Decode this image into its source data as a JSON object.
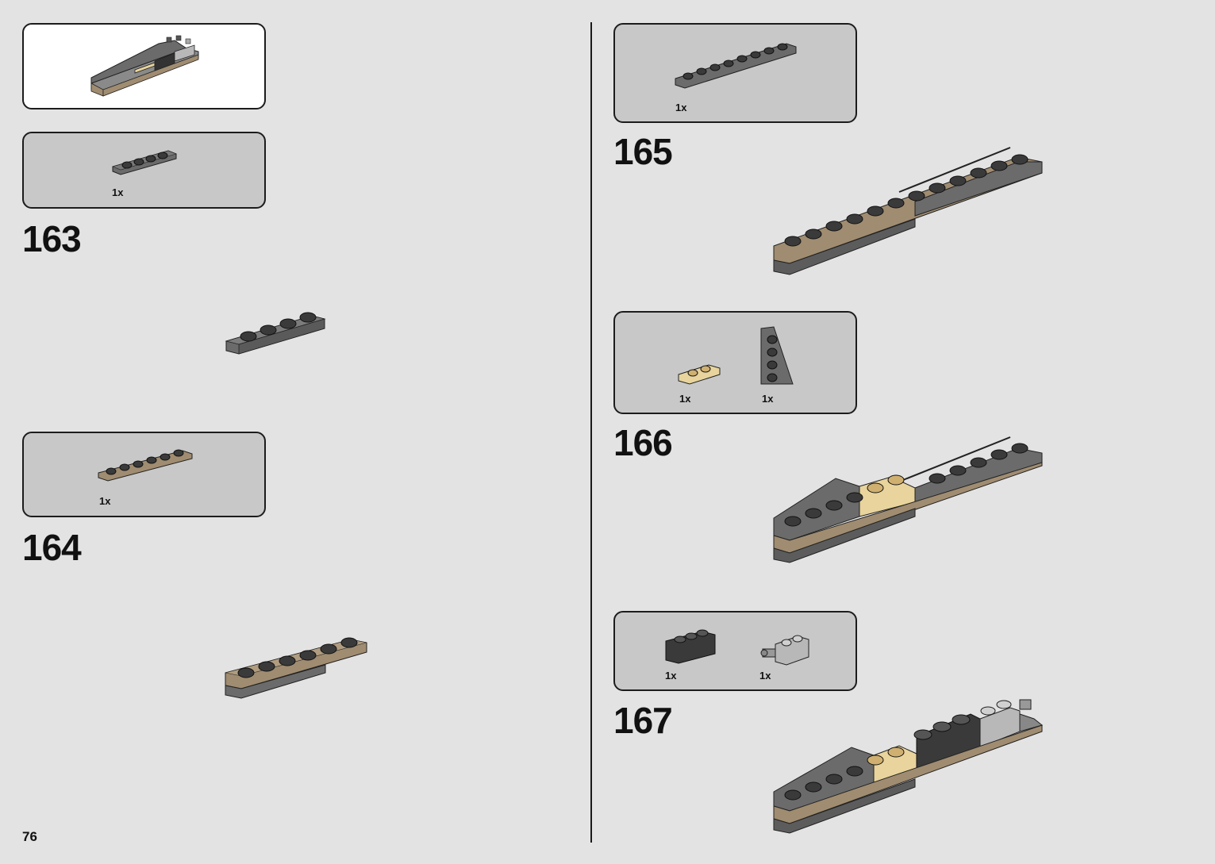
{
  "page": {
    "number": "76"
  },
  "left": {
    "preview_box": {},
    "step163": {
      "number": "163",
      "parts": [
        {
          "qty": "1x",
          "color": "dark-gray"
        }
      ]
    },
    "step164": {
      "number": "164",
      "parts": [
        {
          "qty": "1x",
          "color": "tan"
        }
      ]
    }
  },
  "right": {
    "step165": {
      "number": "165",
      "parts": [
        {
          "qty": "1x",
          "color": "dark-gray"
        }
      ]
    },
    "step166": {
      "number": "166",
      "parts": [
        {
          "qty": "1x",
          "color": "light-tan"
        },
        {
          "qty": "1x",
          "color": "dark-gray"
        }
      ]
    },
    "step167": {
      "number": "167",
      "parts": [
        {
          "qty": "1x",
          "color": "black"
        },
        {
          "qty": "1x",
          "color": "light-gray"
        }
      ]
    }
  },
  "colors": {
    "page_bg": "#e3e3e3",
    "callout_bg": "#c8c8c8",
    "dark_gray": "#6b6b6b",
    "tan": "#a08c70",
    "light_tan": "#e8d49c",
    "black": "#3a3a3a",
    "light_gray": "#b8b8b8"
  }
}
